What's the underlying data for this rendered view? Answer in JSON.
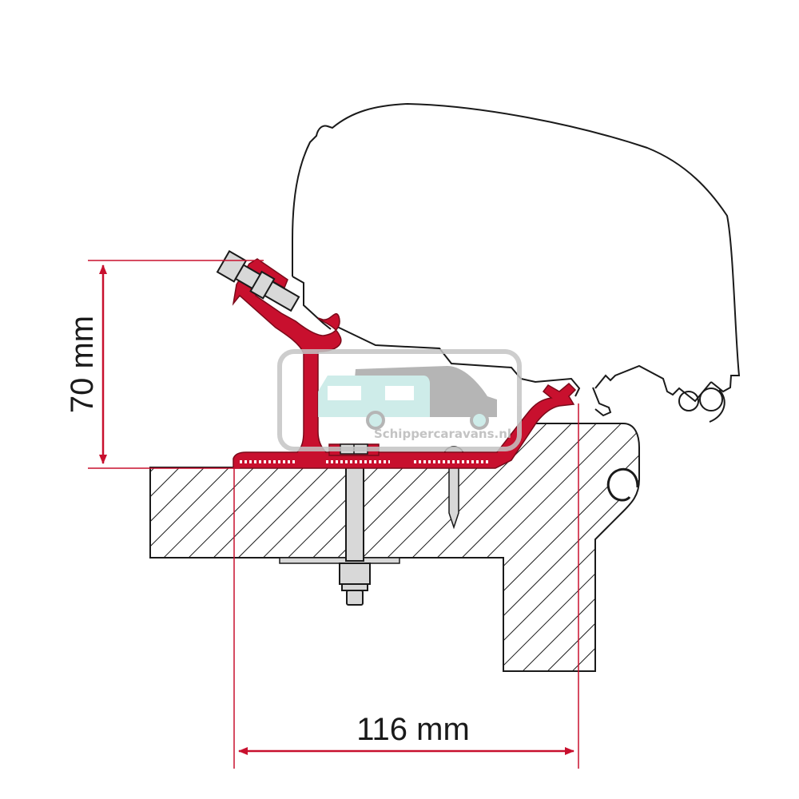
{
  "diagram": {
    "subject": "Awning adapter bracket mounted on roof rail (cross-section)",
    "dimensions": {
      "height": {
        "value": 70,
        "unit": "mm",
        "label": "70 mm",
        "orientation": "vertical"
      },
      "width": {
        "value": 116,
        "unit": "mm",
        "label": "116 mm",
        "orientation": "horizontal"
      }
    },
    "components": [
      {
        "name": "awning-cassette",
        "description": "awning housing profile (outline)"
      },
      {
        "name": "adapter-bracket",
        "description": "red aluminium adapter bracket with hook and clamp"
      },
      {
        "name": "clamp-bolt",
        "description": "hex bolt with clamp nut, angled"
      },
      {
        "name": "through-bolt",
        "description": "vertical bolt with washer plate and nut"
      },
      {
        "name": "wood-screw",
        "description": "pointed fixing screw"
      },
      {
        "name": "roof-section",
        "description": "hatched vehicle roof / wall cross-section"
      },
      {
        "name": "roof-rail-keder",
        "description": "C-shaped keder channel on roof edge"
      }
    ],
    "watermark": {
      "text": "Schippercaravans.nl",
      "caravan_color": "#c6e9e6",
      "camper_color": "#a9a9a9",
      "frame_color": "#c4c4c4"
    },
    "colors": {
      "accent_red": "#c8102e",
      "dimension_red": "#c8102e",
      "line_black": "#1a1a1a",
      "metal_grey": "#d8d8d8"
    }
  }
}
